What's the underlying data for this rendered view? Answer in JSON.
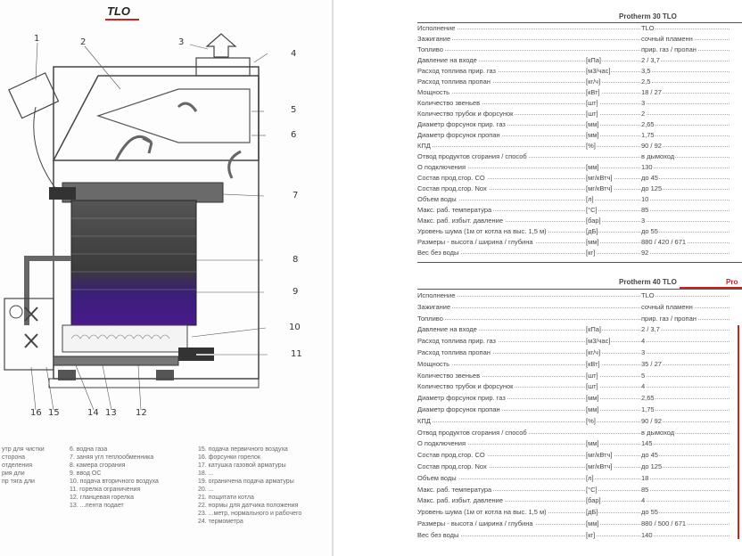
{
  "left_page": {
    "title": "TLO",
    "callouts": [
      "1",
      "2",
      "3",
      "4",
      "5",
      "6",
      "7",
      "8",
      "9",
      "10",
      "11",
      "12",
      "13",
      "14",
      "15",
      "16"
    ],
    "legend_col1": [
      "",
      "утр для чистки",
      "",
      "сторона",
      "",
      "отделения",
      "рия дли",
      "пр тяга дли",
      ""
    ],
    "legend_col2": [
      "6. водна газа",
      "7. заняя угл теплообменника",
      "8. камера сгорания",
      "9. ввод ОС",
      "10. подача вторичного воздуха",
      "11. горелка ограничения",
      "12. гланцевая горелка",
      "13. ...лента подает"
    ],
    "legend_col3": [
      "15. подача первичного воздуха",
      "16. форсунки горелок",
      "17. катушка газовой арматуры",
      "18. ...",
      "19. ограничена подача арматуры",
      "20. ...",
      "21. пощитати котла",
      "22. нормы для датчика положения",
      "23. ...метр, нормального и рабочего",
      "24. термометра"
    ]
  },
  "right_page": {
    "table1": {
      "title": "Protherm 30 TLO",
      "rows": [
        {
          "label": "Исполнение",
          "unit": "",
          "value": "TLO"
        },
        {
          "label": "Зажигание",
          "unit": "",
          "value": "сочный пламенн"
        },
        {
          "label": "Топливо",
          "unit": "",
          "value": "прир. газ / пропан"
        },
        {
          "label": "Давление на входе",
          "unit": "[кПа]",
          "value": "2 / 3,7"
        },
        {
          "label": "Расход топлива прир. газ",
          "unit": "[м3/час]",
          "value": "3,5"
        },
        {
          "label": "Расход топлива пропан",
          "unit": "[кг/ч]",
          "value": "2,5"
        },
        {
          "label": "Мощность",
          "unit": "[кВт]",
          "value": "18 / 27"
        },
        {
          "label": "Количество звеньев",
          "unit": "[шт]",
          "value": "3"
        },
        {
          "label": "Количество трубок и форсунок",
          "unit": "[шт]",
          "value": "2"
        },
        {
          "label": "Диаметр форсунок прир. газ",
          "unit": "[мм]",
          "value": "2,65"
        },
        {
          "label": "Диаметр форсунок пропан",
          "unit": "[мм]",
          "value": "1,75"
        },
        {
          "label": "КПД",
          "unit": "[%]",
          "value": "90 / 92"
        },
        {
          "label": "Отвод продуктов сгорания / способ",
          "unit": "",
          "value": "в дымоход"
        },
        {
          "label": "О подключения",
          "unit": "[мм]",
          "value": "130"
        },
        {
          "label": "Состав прод.сгор. CO",
          "unit": "[мг/кВтч]",
          "value": "до 45"
        },
        {
          "label": "Состав прод.сгор. Nox",
          "unit": "[мг/кВтч]",
          "value": "до 125"
        },
        {
          "label": "Объем воды",
          "unit": "[л]",
          "value": "10"
        },
        {
          "label": "Макс. раб. температура",
          "unit": "[°C]",
          "value": "85"
        },
        {
          "label": "Макс. раб. избыт. давление",
          "unit": "[бар]",
          "value": "3"
        },
        {
          "label": "Уровень шума (1м от котла на выс. 1,5 м)",
          "unit": "[дБ]",
          "value": "до 55"
        },
        {
          "label": "Размеры - высота / ширина / глубина",
          "unit": "[мм]",
          "value": "880 / 420 / 671"
        },
        {
          "label": "Вес без воды",
          "unit": "[кг]",
          "value": "92"
        }
      ]
    },
    "table2": {
      "title": "Protherm 40 TLO",
      "title_partial": "Pro",
      "rows": [
        {
          "label": "Исполнение",
          "unit": "",
          "value": "TLO"
        },
        {
          "label": "Зажигание",
          "unit": "",
          "value": "сочный пламенн"
        },
        {
          "label": "Топливо",
          "unit": "",
          "value": "прир. газ / пропан"
        },
        {
          "label": "Давление на входе",
          "unit": "[кПа]",
          "value": "2 / 3,7"
        },
        {
          "label": "Расход топлива прир. газ",
          "unit": "[м3/час]",
          "value": "4"
        },
        {
          "label": "Расход топлива пропан",
          "unit": "[кг/ч]",
          "value": "3"
        },
        {
          "label": "Мощность",
          "unit": "[кВт]",
          "value": "35 / 27"
        },
        {
          "label": "Количество звеньев",
          "unit": "[шт]",
          "value": "5"
        },
        {
          "label": "Количество трубок и форсунок",
          "unit": "[шт]",
          "value": "4"
        },
        {
          "label": "Диаметр форсунок прир. газ",
          "unit": "[мм]",
          "value": "2,65"
        },
        {
          "label": "Диаметр форсунок пропан",
          "unit": "[мм]",
          "value": "1,75"
        },
        {
          "label": "КПД",
          "unit": "[%]",
          "value": "90 / 92"
        },
        {
          "label": "Отвод продуктов сгорания / способ",
          "unit": "",
          "value": "в дымоход"
        },
        {
          "label": "О подключения",
          "unit": "[мм]",
          "value": "145"
        },
        {
          "label": "Состав прод.сгор. CO",
          "unit": "[мг/кВтч]",
          "value": "до 45"
        },
        {
          "label": "Состав прод.сгор. Nox",
          "unit": "[мг/кВтч]",
          "value": "до 125"
        },
        {
          "label": "Объем воды",
          "unit": "[л]",
          "value": "18"
        },
        {
          "label": "Макс. раб. температура",
          "unit": "[°C]",
          "value": "85"
        },
        {
          "label": "Макс. раб. избыт. давление",
          "unit": "[бар]",
          "value": "4"
        },
        {
          "label": "Уровень шума (1м от котла на выс. 1,5 м)",
          "unit": "[дБ]",
          "value": "до 55"
        },
        {
          "label": "Размеры - высота / ширина / глубина",
          "unit": "[мм]",
          "value": "880 / 500 / 671"
        },
        {
          "label": "Вес без воды",
          "unit": "[кг]",
          "value": "140"
        }
      ]
    }
  },
  "colors": {
    "accent_red": "#c22222",
    "purple": "#4a1a8a",
    "dark_block": "#333333"
  }
}
